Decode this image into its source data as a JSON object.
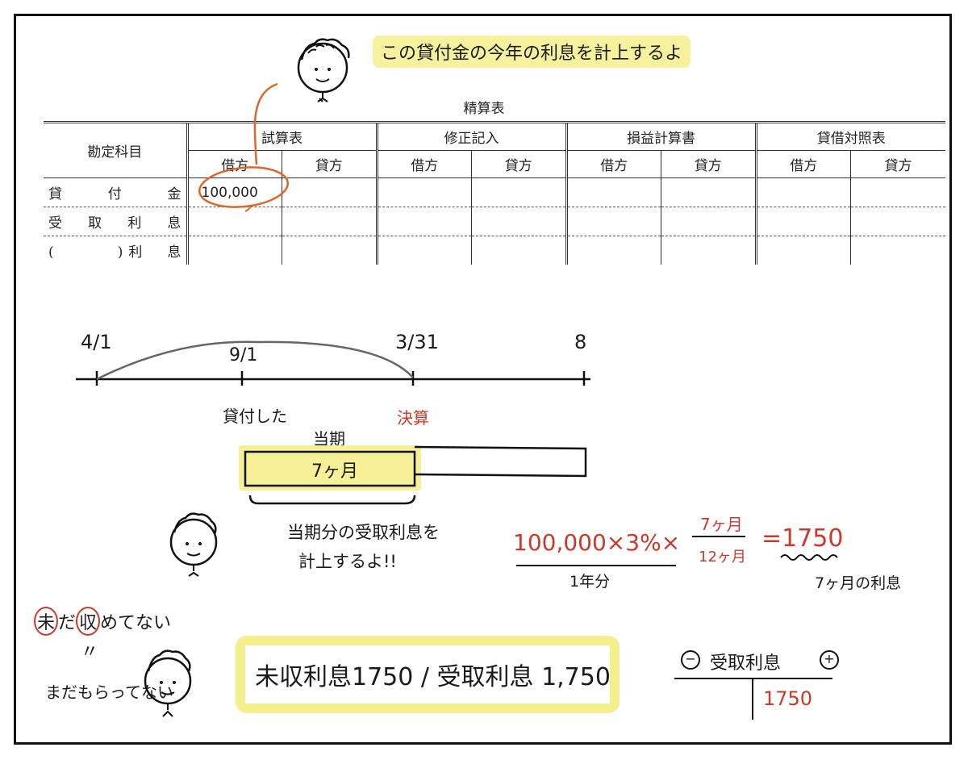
{
  "header": {
    "speech": "この貸付金の今年の利息を計上するよ"
  },
  "worksheet": {
    "title": "精算表",
    "subject_header": "勘定科目",
    "sections": [
      "試算表",
      "修正記入",
      "損益計算書",
      "貸借対照表"
    ],
    "debit": "借方",
    "credit": "貸方",
    "rows": [
      {
        "account": "貸　付　金",
        "tb_debit": "100,000"
      },
      {
        "account": "受　取　利　息",
        "tb_debit": ""
      },
      {
        "account": "(　　　)利　息",
        "tb_debit": ""
      }
    ]
  },
  "timeline": {
    "labels": [
      "4/1",
      "9/1",
      "3/31",
      "8"
    ],
    "lent_label": "貸付した",
    "settlement_label": "決算",
    "period_label": "当期",
    "months_label": "7ヶ月",
    "note_line1": "当期分の受取利息を",
    "note_line2": "計上するよ!!"
  },
  "calc": {
    "left": "100,000×3%×",
    "numerator": "7ヶ月",
    "denominator": "12ヶ月",
    "result": "=1750",
    "annual_note": "1年分",
    "result_note": "7ヶ月の利息"
  },
  "bottom": {
    "mi_char": "未",
    "mid_text": "だ",
    "shu_char": "収",
    "end_text": "めてない",
    "ditto": "〃",
    "not_received": "まだもらってない",
    "journal": "未収利息1750 / 受取利息 1,750",
    "t_account_title": "受取利息",
    "minus": "−",
    "plus": "+",
    "t_amount": "1750"
  },
  "colors": {
    "orange": "#d9692a",
    "red": "#c93a2a",
    "highlight": "#f5ee8c"
  }
}
